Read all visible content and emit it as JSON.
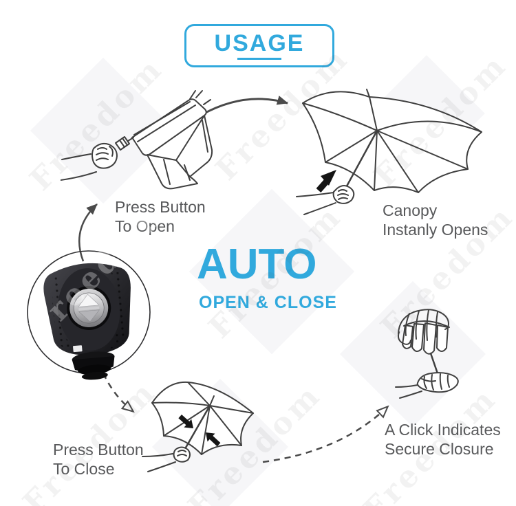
{
  "colors": {
    "accent": "#31a9dd",
    "caption_text": "#58595b",
    "line_art": "#3f3f3f",
    "arrow": "#4a4a4a"
  },
  "header": {
    "title": "USAGE"
  },
  "center": {
    "title": "AUTO",
    "subtitle": "OPEN & CLOSE"
  },
  "steps": {
    "open": {
      "line1": "Press Button",
      "line2": "To Open"
    },
    "canopy": {
      "line1": "Canopy",
      "line2": "Instanly Opens"
    },
    "close": {
      "line1": "Press Button",
      "line2": "To Close"
    },
    "click": {
      "line1": "A Click Indicates",
      "line2": "Secure Closure"
    }
  },
  "watermark": {
    "text": "Freedom"
  },
  "icons": {
    "handle_photo": "auto-open-close-handle-button",
    "solid_arrow": "solid-curved-arrow",
    "dashed_arrow": "dashed-curved-arrow",
    "press_direction_arrow": "black-direction-arrow"
  }
}
